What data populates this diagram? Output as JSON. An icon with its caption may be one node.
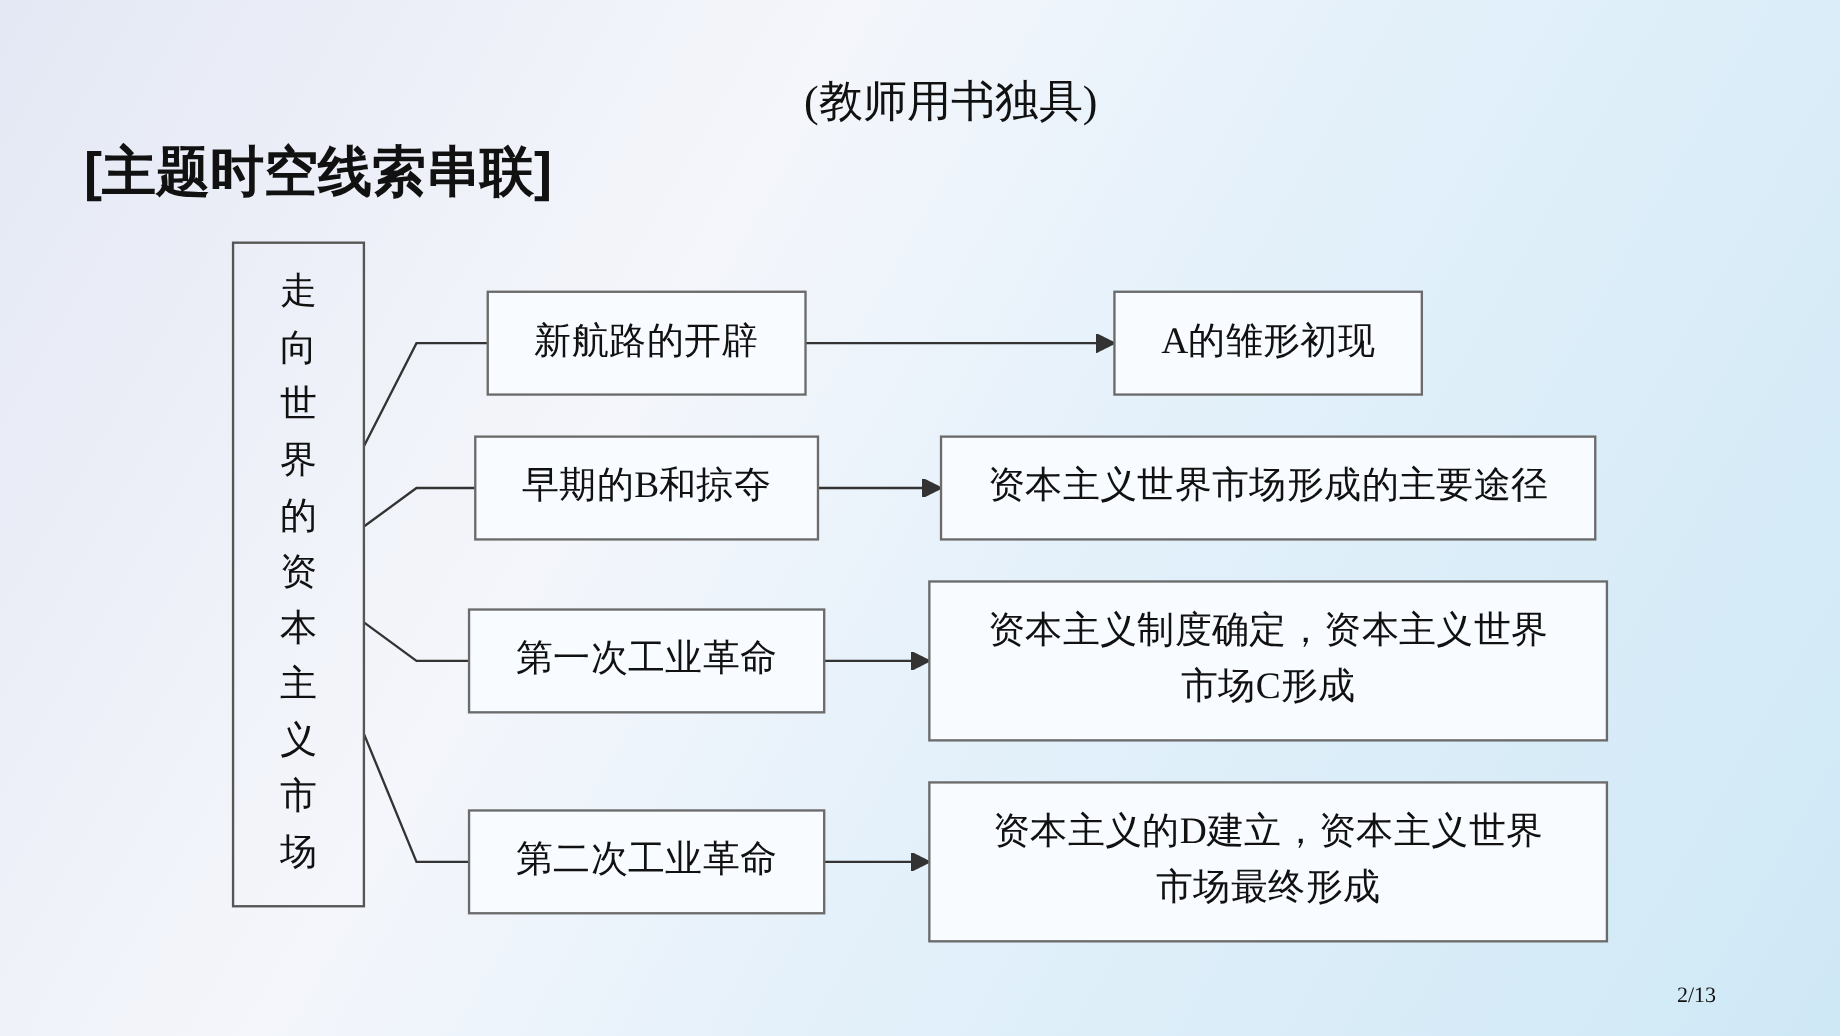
{
  "diagram": {
    "title": "[主题时空线索串联]",
    "nodes": [
      {
        "text": [
          "走向世界的资本主义市场"
        ]
      },
      {
        "text": [
          "新航路的开辟"
        ]
      },
      {
        "text": [
          "A的雏形初现"
        ]
      },
      {
        "text": [
          "早期的B和掠夺"
        ]
      },
      {
        "text": [
          "资本主义世界市场形成的主要途径"
        ]
      },
      {
        "text": [
          "第一次工业革命"
        ]
      },
      {
        "text": [
          "资本主义制度确定，资本主义世界市场C形成"
        ]
      },
      {
        "text": [
          "第二次工业革命"
        ]
      },
      {
        "text": [
          "资本主义的D建立，资本主义世界市场最终形成"
        ]
      }
    ],
    "edges": [
      {
        "from": 0,
        "to": 1,
        "arrow": "none"
      },
      {
        "from": 0,
        "to": 3,
        "arrow": "none"
      },
      {
        "from": 0,
        "to": 5,
        "arrow": "none"
      },
      {
        "from": 0,
        "to": 7,
        "arrow": "none"
      },
      {
        "from": 1,
        "to": 2,
        "arrow": "to"
      },
      {
        "from": 3,
        "to": 4,
        "arrow": "to"
      },
      {
        "from": 5,
        "to": 6,
        "arrow": "to"
      },
      {
        "from": 7,
        "to": 8,
        "arrow": "to"
      }
    ],
    "labels": [
      "(教师用书独具)",
      "2/13"
    ]
  }
}
